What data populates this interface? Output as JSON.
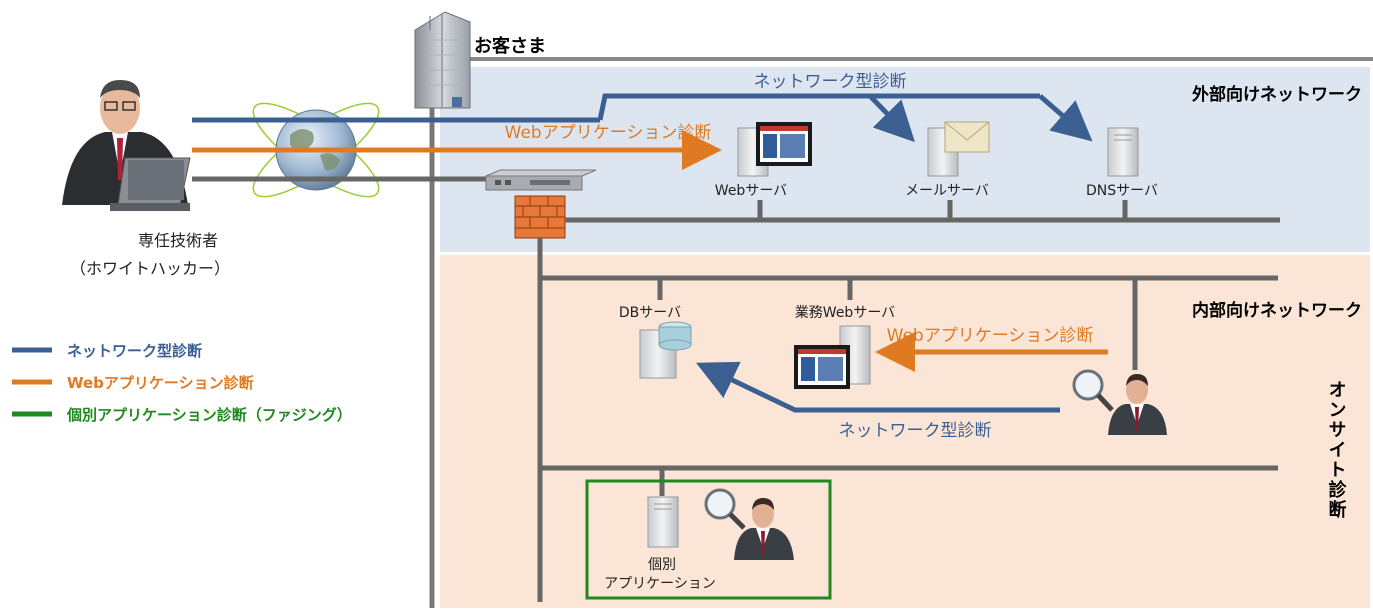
{
  "title": "お客さま",
  "zones": {
    "external": "外部向けネットワーク",
    "internal": "内部向けネットワーク",
    "onsite": "オンサイト診断"
  },
  "engineer": {
    "line1": "専任技術者",
    "line2": "（ホワイトハッカー）"
  },
  "flows": {
    "network_top": "ネットワーク型診断",
    "web_top": "Webアプリケーション診断",
    "web_internal": "Webアプリケーション診断",
    "network_internal": "ネットワーク型診断"
  },
  "servers": {
    "web": "Webサーバ",
    "mail": "メールサーバ",
    "dns": "DNSサーバ",
    "db": "DBサーバ",
    "business_web": "業務Webサーバ",
    "individual_app_line1": "個別",
    "individual_app_line2": "アプリケーション"
  },
  "legend": [
    {
      "label": "ネットワーク型診断",
      "color": "#3c5f92"
    },
    {
      "label": "Webアプリケーション診断",
      "color": "#e07a22"
    },
    {
      "label": "個別アプリケーション診断（ファジング）",
      "color": "#1f8a1f"
    }
  ],
  "colors": {
    "network": "#3c5f92",
    "web": "#e07a22",
    "fuzzing": "#1f8a1f",
    "external_bg": "#dde6f0",
    "internal_bg": "#fbe5d6",
    "cable": "#666666"
  }
}
